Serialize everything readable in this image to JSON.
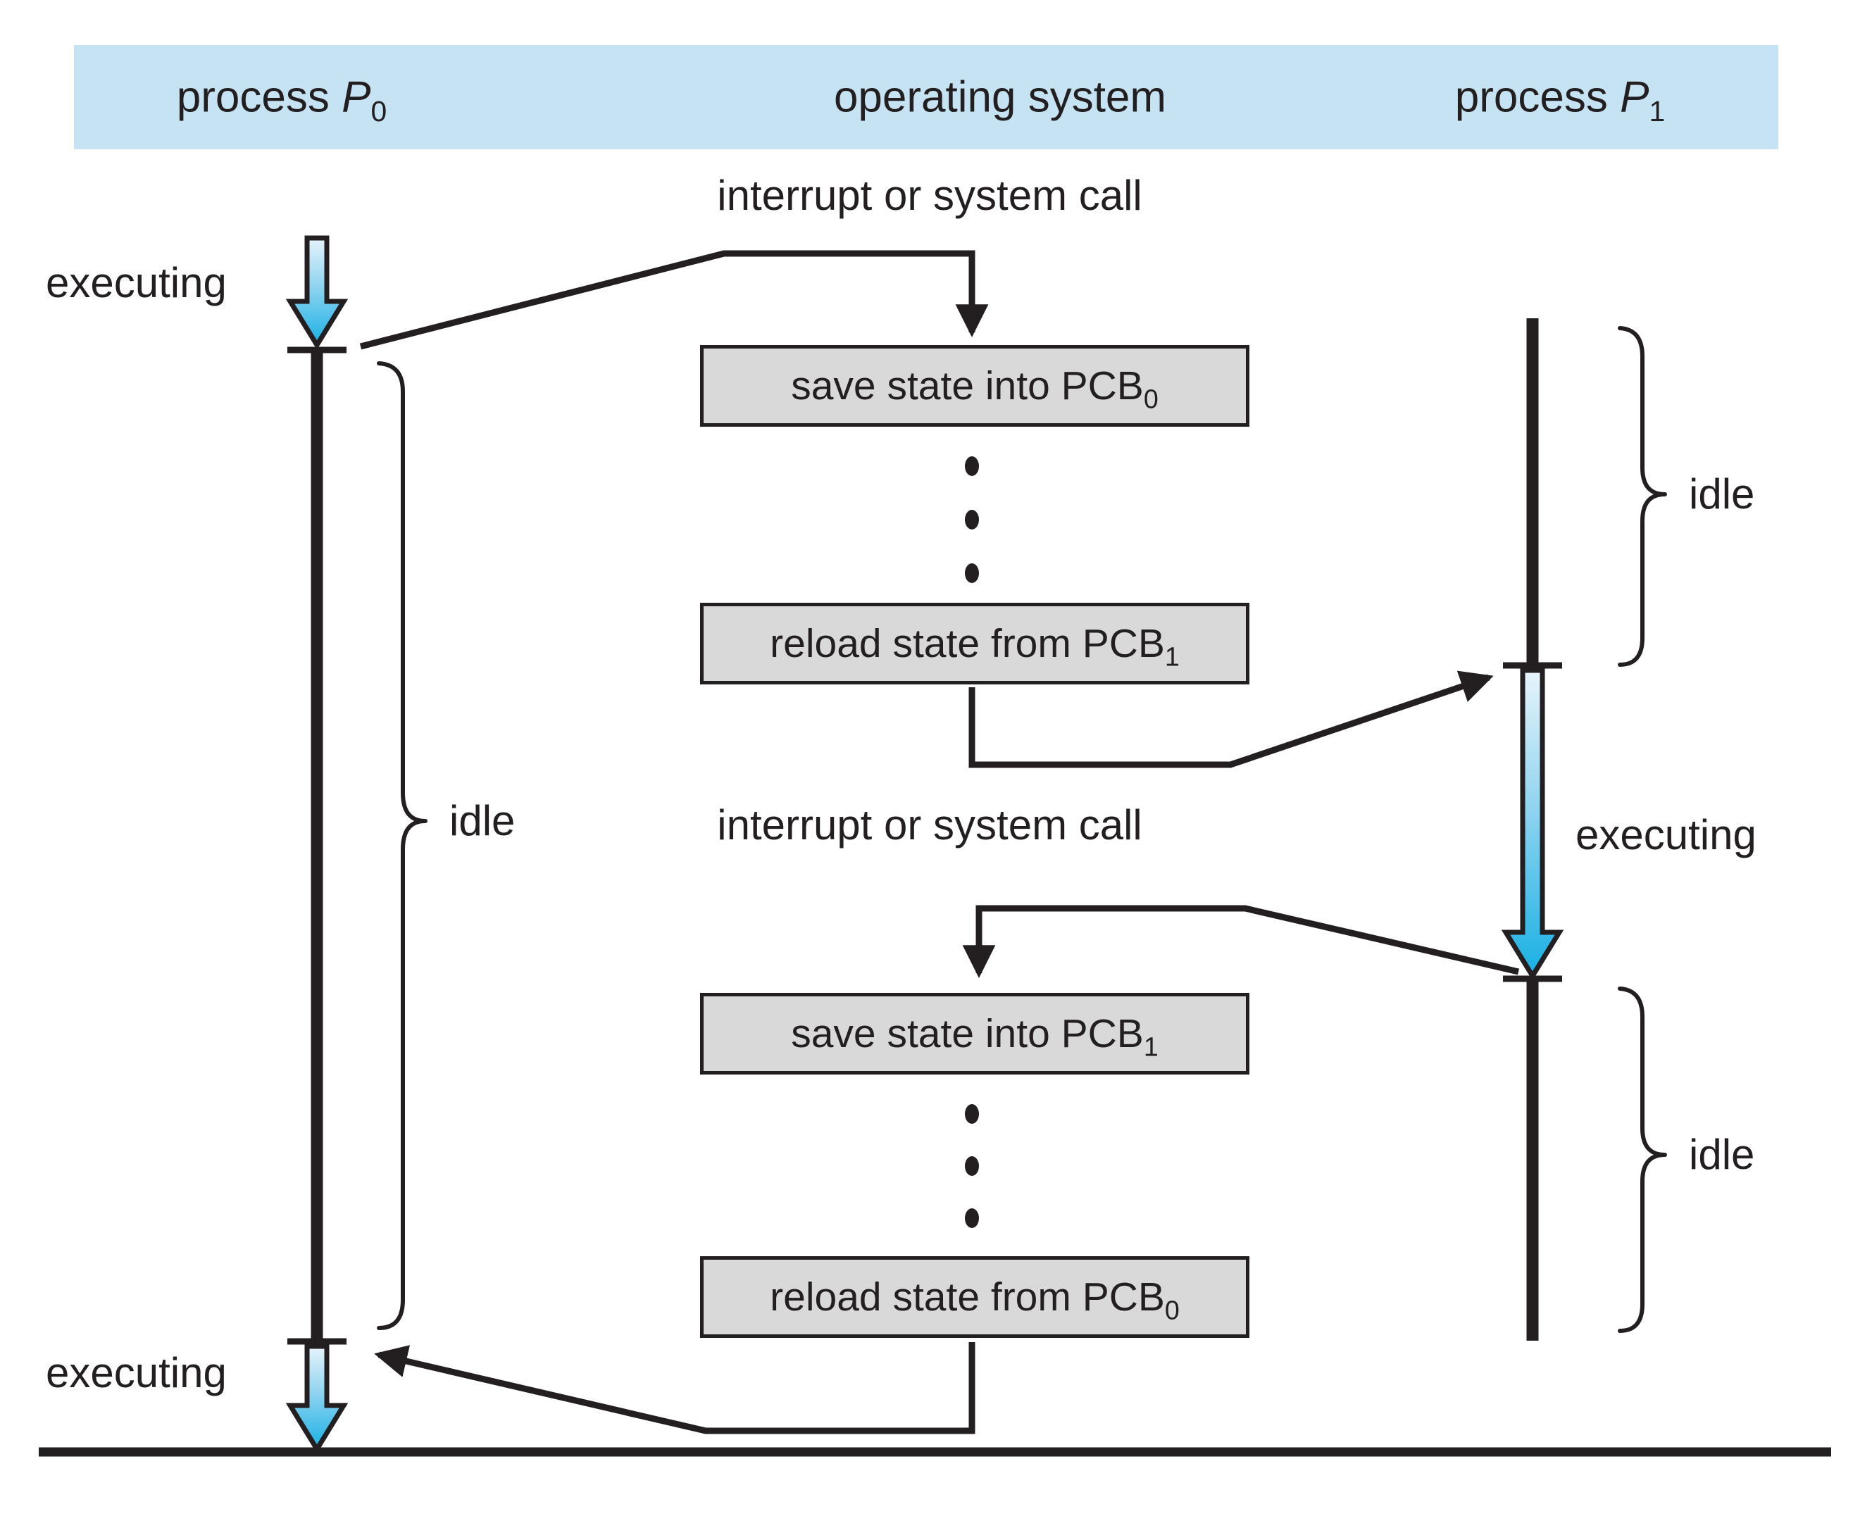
{
  "header": {
    "p0": {
      "prefix": "process ",
      "symbol": "P",
      "sub": "0"
    },
    "os": "operating system",
    "p1": {
      "prefix": "process ",
      "symbol": "P",
      "sub": "1"
    }
  },
  "annotations": {
    "interrupt_top": "interrupt or system call",
    "interrupt_middle": "interrupt or system call",
    "executing_p0_top": "executing",
    "executing_p0_bottom": "executing",
    "executing_p1": "executing",
    "idle_p0": "idle",
    "idle_p1_top": "idle",
    "idle_p1_bottom": "idle"
  },
  "os_steps": [
    {
      "text": "save state into PCB",
      "sub": "0"
    },
    {
      "text": "reload state from PCB",
      "sub": "1"
    },
    {
      "text": "save state into PCB",
      "sub": "1"
    },
    {
      "text": "reload state from PCB",
      "sub": "0"
    }
  ],
  "colors": {
    "ink": "#231f20",
    "header_bg": "#c5e3f3",
    "box_bg": "#d9d9d9",
    "arrow_top": "#e7f4fb",
    "arrow_mid": "#8fd4f0",
    "arrow_bottom": "#18b0e4"
  }
}
